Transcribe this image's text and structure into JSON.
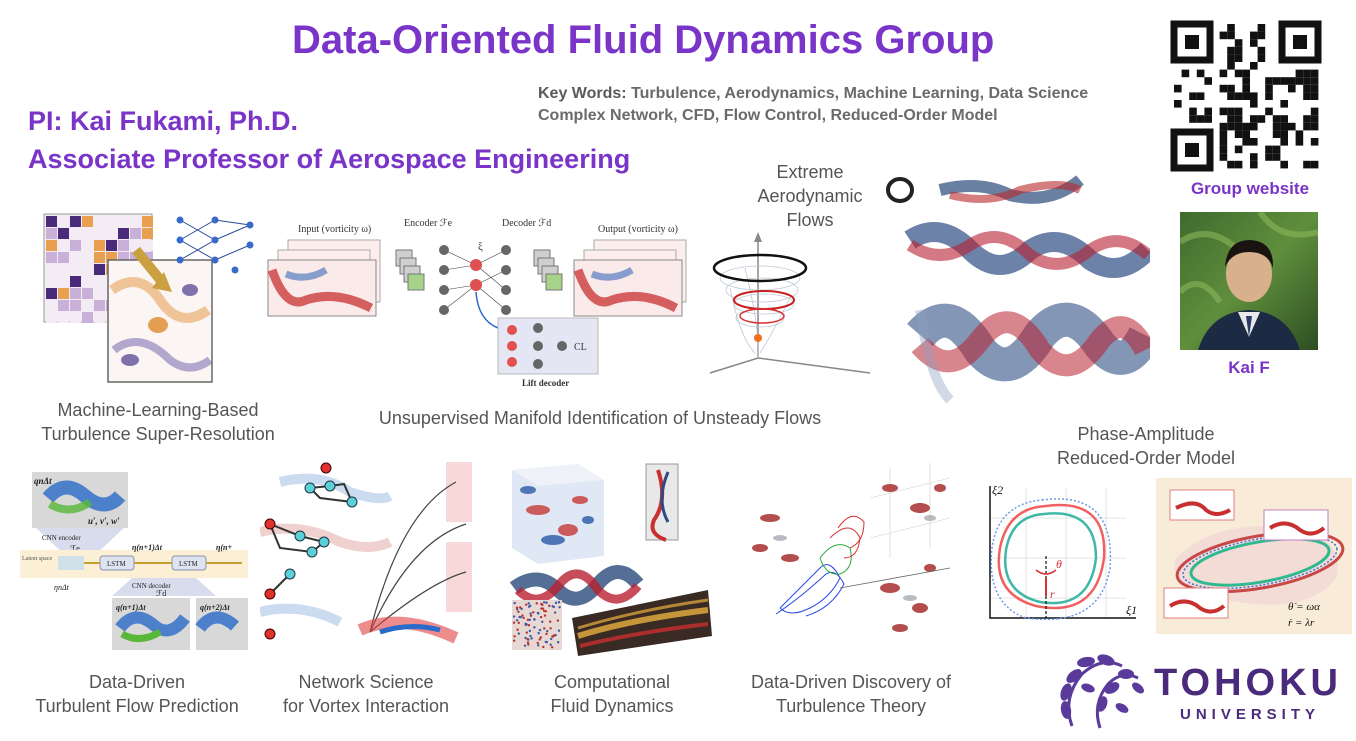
{
  "header": {
    "title": "Data-Oriented Fluid Dynamics Group",
    "pi_line": "PI: Kai Fukami, Ph.D.",
    "position_line": "Associate Professor of Aerospace Engineering",
    "keywords_label": "Key Words:",
    "keywords_line1": "Turbulence, Aerodynamics, Machine Learning, Data Science",
    "keywords_line2": "Complex Network, CFD, Flow Control, Reduced-Order Model"
  },
  "sidebar": {
    "qr_caption": "Group website",
    "photo_caption": "Kai F"
  },
  "figures": {
    "super_resolution": {
      "line1": "Machine-Learning-Based",
      "line2": "Turbulence Super-Resolution"
    },
    "manifold": {
      "caption": "Unsupervised Manifold Identification of Unsteady Flows",
      "input_label": "Input (vorticity ω)",
      "encoder_label": "Encoder ℱe",
      "decoder_label": "Decoder ℱd",
      "output_label": "Output (vorticity ω)",
      "xi_label": "ξ",
      "lift_label": "Lift decoder",
      "cl_label": "CL"
    },
    "extreme": {
      "line1": "Extreme",
      "line2": "Aerodynamic",
      "line3": "Flows"
    },
    "phase_amplitude": {
      "line1": "Phase-Amplitude",
      "line2": "Reduced-Order Model",
      "xi1": "ξ1",
      "xi2": "ξ2",
      "theta": "θ",
      "r": "r",
      "eq1": "θ̇ = ωα",
      "eq2": "ṙ = λr"
    },
    "prediction": {
      "line1": "Data-Driven",
      "line2": "Turbulent Flow Prediction",
      "q_top": "qnΔt",
      "uvw": "u′, v′, w′",
      "cnn_encoder": "CNN encoder",
      "fe": "ℱe",
      "latent": "Latent space",
      "eta_n": "ηnΔt",
      "lstm1": "LSTM",
      "lstm2": "LSTM",
      "eta_n1": "η(n+1)Δt",
      "eta_n2": "η(n+",
      "cnn_decoder": "CNN decoder",
      "fd": "ℱd",
      "q_n1": "q(n+1)Δt",
      "q_n2": "q(n+2)Δt"
    },
    "network": {
      "line1": "Network Science",
      "line2": "for Vortex Interaction"
    },
    "cfd": {
      "line1": "Computational",
      "line2": "Fluid Dynamics"
    },
    "discovery": {
      "line1": "Data-Driven Discovery of",
      "line2": "Turbulence Theory"
    }
  },
  "university": {
    "name": "TOHOKU",
    "sub": "UNIVERSITY"
  },
  "colors": {
    "accent": "#7a35c8",
    "caption": "#555555",
    "tohoku": "#4a2a7a"
  }
}
